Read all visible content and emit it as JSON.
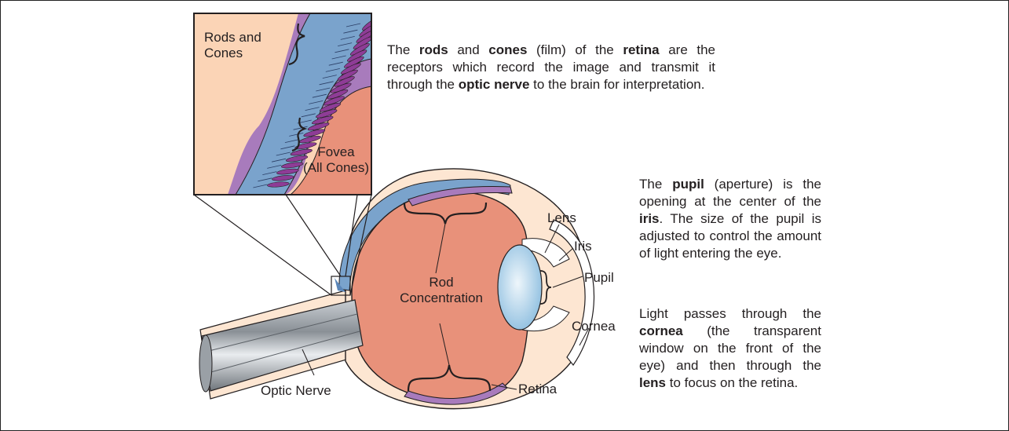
{
  "colors": {
    "vitreous": "#e8917a",
    "inset_background": "#fbd4b6",
    "retina_purple": "#a87bbc",
    "retina_blue": "#7aa3cc",
    "sclera": "#fde6d2",
    "nerve_gray": "#8a9096",
    "lens_blue": "#a9cde6",
    "outline": "#231f20"
  },
  "labels": {
    "rods_and_cones": "Rods and\nCones",
    "fovea": "Fovea\n(All Cones)",
    "rod_concentration": "Rod\nConcentration",
    "lens": "Lens",
    "iris": "Iris",
    "pupil": "Pupil",
    "cornea": "Cornea",
    "retina": "Retina",
    "optic_nerve": "Optic Nerve"
  },
  "paragraphs": {
    "rods_cones": [
      {
        "t": "The ",
        "b": false
      },
      {
        "t": "rods",
        "b": true
      },
      {
        "t": " and ",
        "b": false
      },
      {
        "t": "cones",
        "b": true
      },
      {
        "t": " (film) of the ",
        "b": false
      },
      {
        "t": "retina",
        "b": true
      },
      {
        "t": " are the receptors which record the image and transmit it through the ",
        "b": false
      },
      {
        "t": "optic nerve",
        "b": true
      },
      {
        "t": " to the brain for interpretation.",
        "b": false
      }
    ],
    "pupil": [
      {
        "t": "The ",
        "b": false
      },
      {
        "t": "pupil",
        "b": true
      },
      {
        "t": " (aperture) is the opening at the center of the ",
        "b": false
      },
      {
        "t": "iris",
        "b": true
      },
      {
        "t": ". The size of the pupil is adjusted to control the amount of light entering the eye.",
        "b": false
      }
    ],
    "light": [
      {
        "t": "Light passes through the ",
        "b": false
      },
      {
        "t": "cornea",
        "b": true
      },
      {
        "t": " (the transparent window on the front of the eye) and then through the ",
        "b": false
      },
      {
        "t": "lens",
        "b": true
      },
      {
        "t": " to focus on the retina.",
        "b": false
      }
    ]
  }
}
